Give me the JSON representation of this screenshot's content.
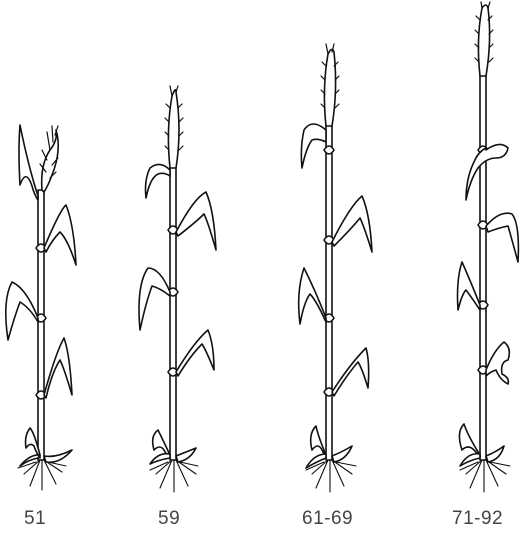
{
  "stages": [
    {
      "label": "51"
    },
    {
      "label": "59"
    },
    {
      "label": "61-69"
    },
    {
      "label": "71-92"
    }
  ],
  "colors": {
    "ink": "#111111",
    "label": "#444444",
    "background": "#ffffff"
  }
}
